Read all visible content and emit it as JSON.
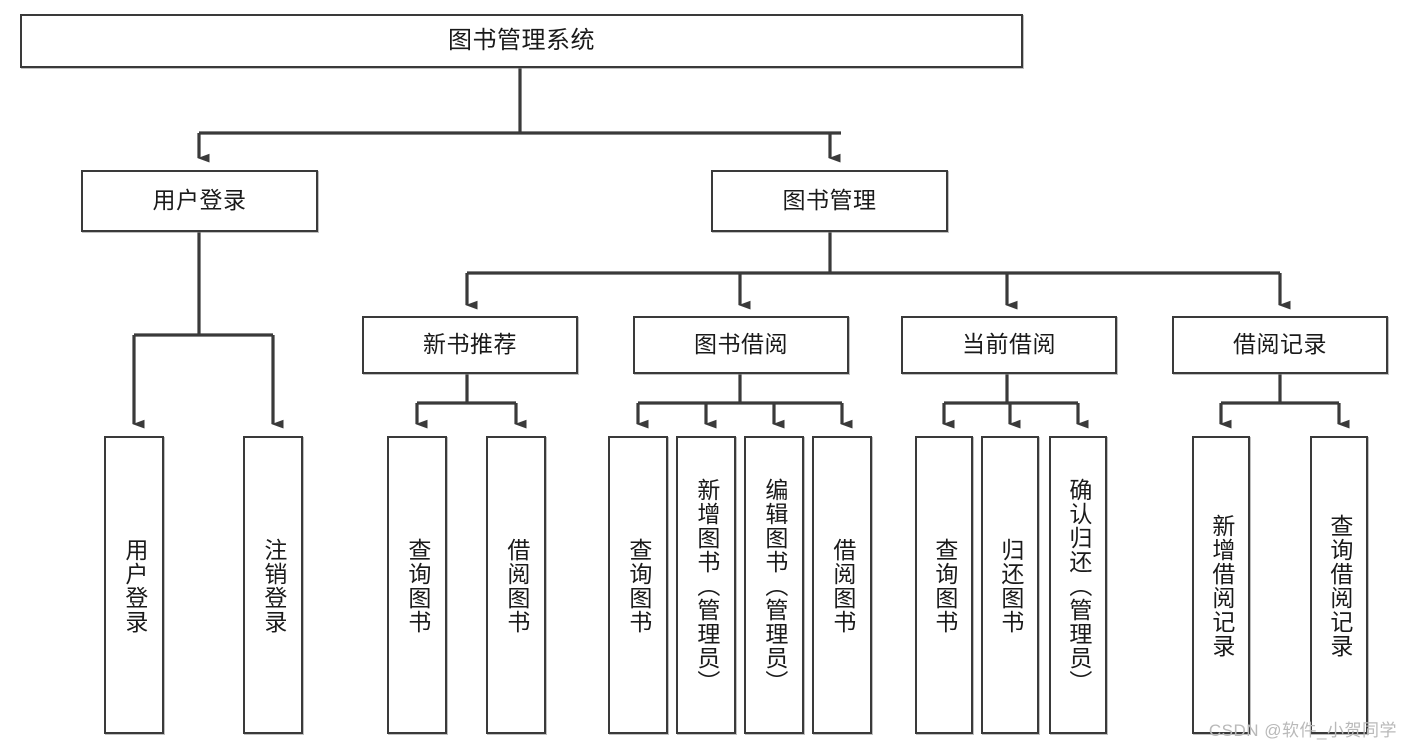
{
  "diagram": {
    "title": "图书管理系统",
    "type": "tree-hierarchy-chart",
    "root": {
      "id": "root",
      "label": "图书管理系统"
    },
    "level2": [
      {
        "id": "user-login",
        "label": "用户登录"
      },
      {
        "id": "book-manage",
        "label": "图书管理"
      }
    ],
    "level3": [
      {
        "id": "new-book-recommend",
        "label": "新书推荐"
      },
      {
        "id": "book-borrow",
        "label": "图书借阅"
      },
      {
        "id": "current-borrow",
        "label": "当前借阅"
      },
      {
        "id": "borrow-record",
        "label": "借阅记录"
      }
    ],
    "leaves": {
      "user_login": [
        {
          "id": "leaf-user-login",
          "label": "用户登录"
        },
        {
          "id": "leaf-logout-login",
          "label": "注销登录"
        }
      ],
      "new_book_recommend": [
        {
          "id": "leaf-query-book-1",
          "label": "查询图书"
        },
        {
          "id": "leaf-borrow-book-1",
          "label": "借阅图书"
        }
      ],
      "book_borrow": [
        {
          "id": "leaf-query-book-2",
          "label": "查询图书"
        },
        {
          "id": "leaf-add-book",
          "label": "新增图书（管理员）"
        },
        {
          "id": "leaf-edit-book",
          "label": "编辑图书（管理员）"
        },
        {
          "id": "leaf-borrow-book-2",
          "label": "借阅图书"
        }
      ],
      "current_borrow": [
        {
          "id": "leaf-query-book-3",
          "label": "查询图书"
        },
        {
          "id": "leaf-return-book",
          "label": "归还图书"
        },
        {
          "id": "leaf-confirm-return",
          "label": "确认归还（管理员）"
        }
      ],
      "borrow_record": [
        {
          "id": "leaf-add-record",
          "label": "新增借阅记录"
        },
        {
          "id": "leaf-query-record",
          "label": "查询借阅记录"
        }
      ]
    },
    "colors": {
      "box_border": "#3a3a3a",
      "box_fill": "#ffffff",
      "edge": "#3a3a3a",
      "text": "#1a1a1a",
      "watermark": "#b9b9b9",
      "background": "#ffffff"
    }
  },
  "watermark": {
    "text": "CSDN @软件_小贺同学"
  }
}
